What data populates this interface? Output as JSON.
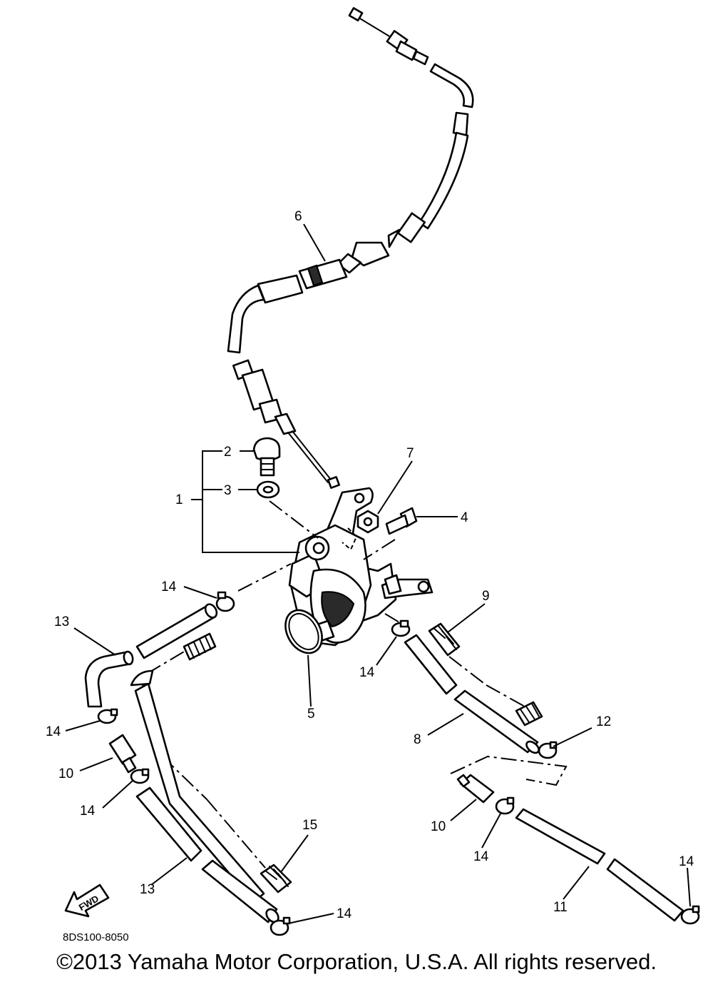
{
  "diagram_code": "8DS100-8050",
  "fwd_label": "FWD",
  "copyright": "©2013 Yamaha Motor Corporation, U.S.A. All rights reserved.",
  "callouts": {
    "c1": "1",
    "c2": "2",
    "c3": "3",
    "c4": "4",
    "c5": "5",
    "c6": "6",
    "c7": "7",
    "c8": "8",
    "c9": "9",
    "c10a": "10",
    "c10b": "10",
    "c11": "11",
    "c12": "12",
    "c13a": "13",
    "c13b": "13",
    "c14a": "14",
    "c14b": "14",
    "c14c": "14",
    "c14d": "14",
    "c14e": "14",
    "c14f": "14",
    "c14g": "14",
    "c15": "15"
  }
}
